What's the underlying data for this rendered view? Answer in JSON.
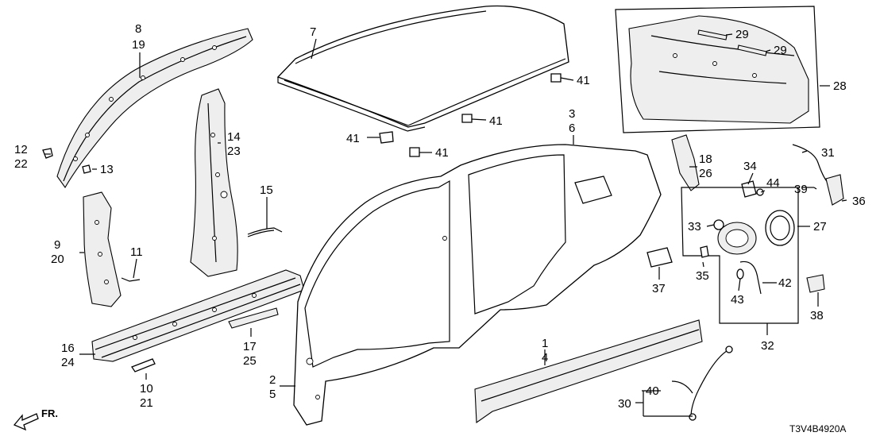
{
  "diagram_code": "T3V4B4920A",
  "direction_label": "FR.",
  "callouts": [
    {
      "id": "c-8",
      "text": "8"
    },
    {
      "id": "c-19",
      "text": "19"
    },
    {
      "id": "c-7",
      "text": "7"
    },
    {
      "id": "c-41a",
      "text": "41"
    },
    {
      "id": "c-41b",
      "text": "41"
    },
    {
      "id": "c-41c",
      "text": "41"
    },
    {
      "id": "c-41d",
      "text": "41"
    },
    {
      "id": "c-29a",
      "text": "29"
    },
    {
      "id": "c-29b",
      "text": "29"
    },
    {
      "id": "c-28",
      "text": "28"
    },
    {
      "id": "c-12",
      "text": "12"
    },
    {
      "id": "c-22",
      "text": "22"
    },
    {
      "id": "c-13",
      "text": "13"
    },
    {
      "id": "c-14",
      "text": "14"
    },
    {
      "id": "c-23",
      "text": "23"
    },
    {
      "id": "c-3",
      "text": "3"
    },
    {
      "id": "c-6",
      "text": "6"
    },
    {
      "id": "c-18",
      "text": "18"
    },
    {
      "id": "c-26",
      "text": "26"
    },
    {
      "id": "c-34",
      "text": "34"
    },
    {
      "id": "c-31",
      "text": "31"
    },
    {
      "id": "c-44",
      "text": "44"
    },
    {
      "id": "c-39",
      "text": "39"
    },
    {
      "id": "c-36",
      "text": "36"
    },
    {
      "id": "c-15",
      "text": "15"
    },
    {
      "id": "c-9",
      "text": "9"
    },
    {
      "id": "c-20",
      "text": "20"
    },
    {
      "id": "c-11",
      "text": "11"
    },
    {
      "id": "c-33",
      "text": "33"
    },
    {
      "id": "c-27",
      "text": "27"
    },
    {
      "id": "c-35",
      "text": "35"
    },
    {
      "id": "c-37",
      "text": "37"
    },
    {
      "id": "c-42",
      "text": "42"
    },
    {
      "id": "c-43",
      "text": "43"
    },
    {
      "id": "c-38",
      "text": "38"
    },
    {
      "id": "c-32",
      "text": "32"
    },
    {
      "id": "c-16",
      "text": "16"
    },
    {
      "id": "c-24",
      "text": "24"
    },
    {
      "id": "c-17",
      "text": "17"
    },
    {
      "id": "c-25",
      "text": "25"
    },
    {
      "id": "c-1",
      "text": "1"
    },
    {
      "id": "c-4",
      "text": "4"
    },
    {
      "id": "c-2",
      "text": "2"
    },
    {
      "id": "c-5",
      "text": "5"
    },
    {
      "id": "c-10",
      "text": "10"
    },
    {
      "id": "c-21",
      "text": "21"
    },
    {
      "id": "c-40",
      "text": "40"
    },
    {
      "id": "c-30",
      "text": "30"
    }
  ]
}
